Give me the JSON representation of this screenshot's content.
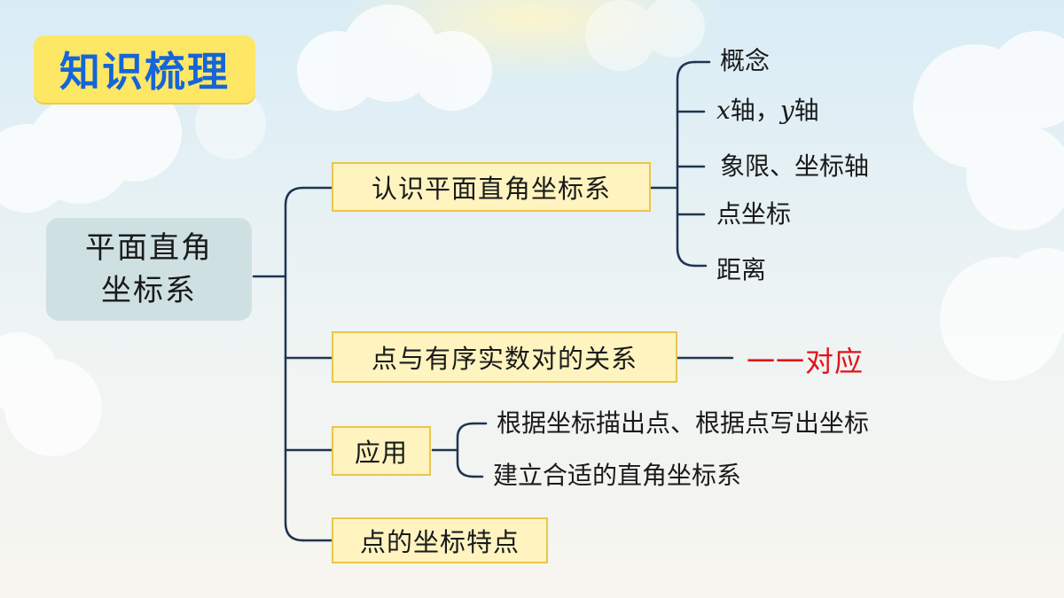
{
  "title": "知识梳理",
  "root": {
    "line1": "平面直角",
    "line2": "坐标系"
  },
  "branches": [
    {
      "label": "认识平面直角坐标系",
      "leaves": [
        "概念",
        "x轴，y轴",
        "象限、坐标轴",
        "点坐标",
        "距离"
      ],
      "leaf_axes": {
        "x": "x",
        "mid": "轴，",
        "y": "y",
        "end": "轴"
      }
    },
    {
      "label": "点与有序实数对的关系",
      "result": "一一对应"
    },
    {
      "label": "应用",
      "leaves": [
        "根据坐标描出点、根据点写出坐标",
        "建立合适的直角坐标系"
      ]
    },
    {
      "label": "点的坐标特点"
    }
  ],
  "colors": {
    "title_text": "#1565d8",
    "title_bg": "#ffe766",
    "root_bg": "#cfe0e3",
    "branch_bg": "#fff4c0",
    "branch_border": "#eac64a",
    "line": "#1f3550",
    "highlight": "#e3121b"
  }
}
